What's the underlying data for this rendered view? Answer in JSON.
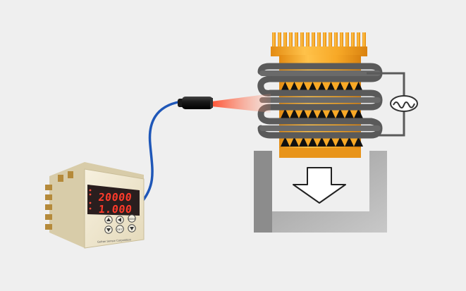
{
  "controller": {
    "pv_display": "20000",
    "sv_display": "1.000",
    "key_set_label": "SET",
    "key_mode_label": "MODE",
    "brand_label": "Gefran Sensor Corporation"
  },
  "colors": {
    "background": "#efefef",
    "controller_body": "#efe7cf",
    "display_digit": "#ff3b2b",
    "cable": "#1f57b8",
    "workpiece": "#f5a623",
    "coil": "#5a5a5a",
    "tray": "#8f8f8f",
    "laser_beam": "#ff6a3d"
  },
  "icons": {
    "arrow": "arrow-down-icon",
    "power_source": "ac-source-icon"
  }
}
